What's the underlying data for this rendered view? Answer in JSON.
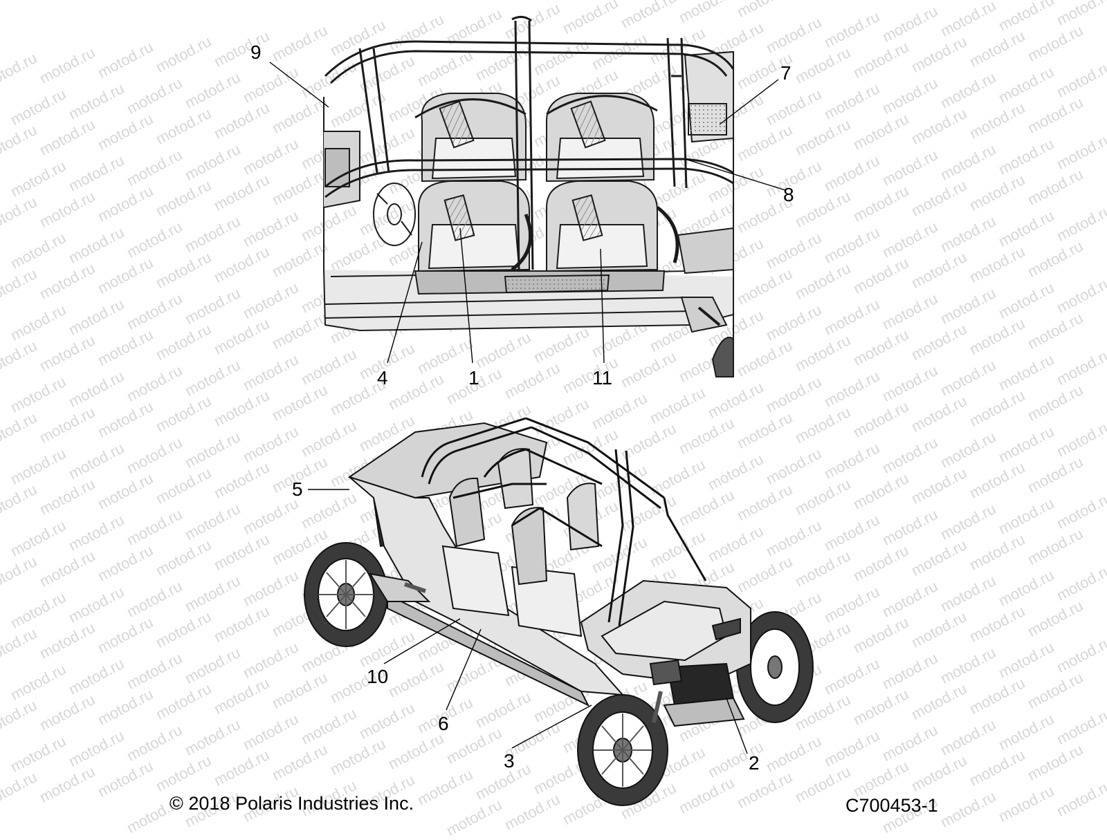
{
  "watermark": {
    "text": "motod.ru"
  },
  "callouts": [
    {
      "id": "9",
      "label": "9"
    },
    {
      "id": "7",
      "label": "7"
    },
    {
      "id": "8",
      "label": "8"
    },
    {
      "id": "4",
      "label": "4"
    },
    {
      "id": "1",
      "label": "1"
    },
    {
      "id": "11",
      "label": "11"
    },
    {
      "id": "5",
      "label": "5"
    },
    {
      "id": "10",
      "label": "10"
    },
    {
      "id": "6",
      "label": "6"
    },
    {
      "id": "3",
      "label": "3"
    },
    {
      "id": "2",
      "label": "2"
    }
  ],
  "footer": {
    "copyright": "© 2018 Polaris Industries Inc.",
    "part_code": "C700453-1"
  }
}
